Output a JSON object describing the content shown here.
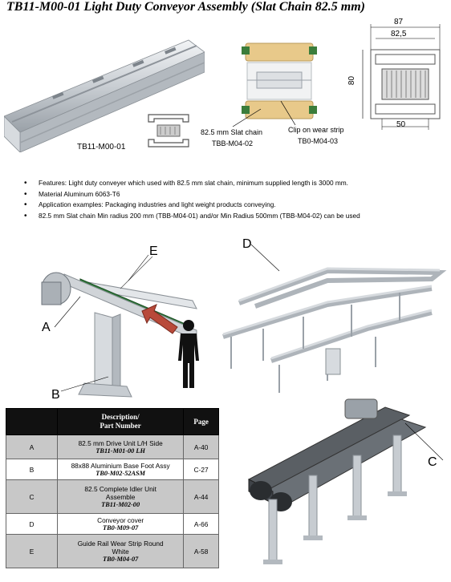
{
  "title": "TB11-M00-01    Light Duty Conveyor Assembly (Slat Chain 82.5 mm)",
  "top_labels": {
    "profile_part": "TB11-M00-01",
    "slat_chain": "82.5 mm Slat chain",
    "slat_chain_part": "TBB-M04-02",
    "clip_on": "Clip on wear strip",
    "clip_on_part": "TB0-M04-03"
  },
  "dimensions": {
    "width_outer": "87",
    "width_inner": "82,5",
    "height": "80",
    "bottom": "50"
  },
  "bullets": [
    "Features: Light duty conveyer which used with 82.5 mm slat chain, minimum supplied length is 3000 mm.",
    "Material Aluminum 6063-T6",
    "Application examples: Packaging industries and light weight products conveying.",
    "82.5 mm Slat chain Min radius 200 mm (TBB-M04-01) and/or Min Radius 500mm (TBB-M04-02) can be used"
  ],
  "callouts": {
    "a": "A",
    "b": "B",
    "c": "C",
    "d": "D",
    "e": "E"
  },
  "table": {
    "header_desc_1": "Description/",
    "header_desc_2": "Part Number",
    "header_page": "Page",
    "rows": [
      {
        "letter": "A",
        "desc": [
          "82.5 mm Drive Unit L/H Side"
        ],
        "part": "TB11-M01-00 LH",
        "page": "A-40"
      },
      {
        "letter": "B",
        "desc": [
          "88x88 Aluminium Base Foot Assy"
        ],
        "part": "TB0-M02-52ASM",
        "page": "C-27"
      },
      {
        "letter": "C",
        "desc": [
          "82.5 Complete Idler Unit",
          "Assemble"
        ],
        "part": "TB11-M02-00",
        "page": "A-44"
      },
      {
        "letter": "D",
        "desc": [
          "Conveyor cover"
        ],
        "part": "TB0-M09-07",
        "page": "A-66"
      },
      {
        "letter": "E",
        "desc": [
          "Guide Rail Wear Strip Round",
          "White"
        ],
        "part": "TB0-M04-07",
        "page": "A-58"
      }
    ]
  },
  "colors": {
    "slat_chain": "#e8c98a",
    "clip_on": "#3b7d3b",
    "arrow": "#b84a3a",
    "header": "#111111",
    "row_shade": "#c8c8c8"
  }
}
